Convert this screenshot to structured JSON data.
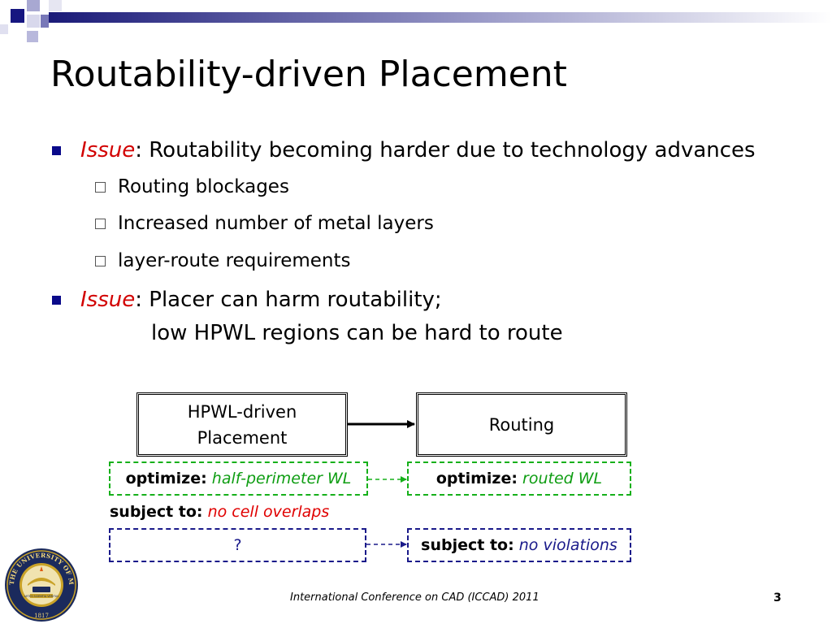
{
  "slide": {
    "title": "Routability-driven Placement",
    "bullets": [
      {
        "label": "Issue",
        "text": ": Routability becoming harder due to technology advances",
        "subitems": [
          "Routing blockages",
          "Increased number of metal layers",
          "layer-route requirements"
        ]
      },
      {
        "label": "Issue",
        "text": ": Placer can harm routability;",
        "continuation": "low HPWL regions can be hard to route"
      }
    ],
    "diagram": {
      "left_box": {
        "line1": "HPWL-driven",
        "line2": "Placement"
      },
      "right_box": {
        "label": "Routing"
      },
      "left_optimize": {
        "key": "optimize:",
        "value": "half-perimeter WL"
      },
      "right_optimize": {
        "key": "optimize:",
        "value": "routed WL"
      },
      "left_subject": {
        "key": "subject to:",
        "value": "no cell overlaps"
      },
      "question": "?",
      "right_subject": {
        "key": "subject to:",
        "value": "no violations"
      }
    },
    "footer": {
      "conference": "International Conference on CAD (ICCAD) 2011",
      "page_number": "3"
    },
    "logo": {
      "name": "university-of-michigan-seal",
      "text": "THE UNIVERSITY OF MICHIGAN",
      "year": "1817",
      "motto": "ARTES SCIENTIA VERITAS"
    },
    "colors": {
      "accent_blue": "#0a0a8a",
      "issue_red": "#d20000",
      "green": "#0e9d12",
      "seal_gold": "#c9a227"
    }
  }
}
